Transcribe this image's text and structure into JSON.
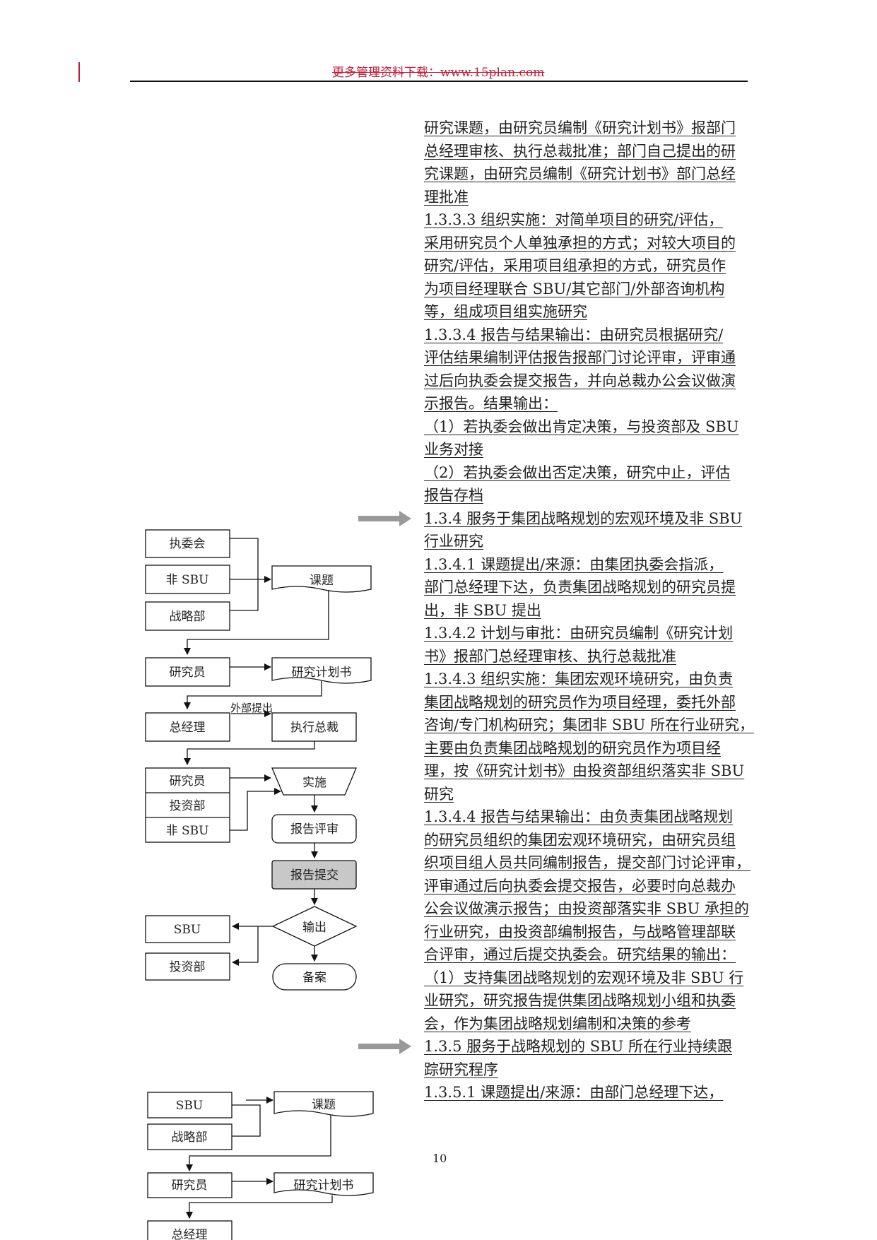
{
  "header": {
    "text": "更多管理资料下载：www.15plan.com"
  },
  "body_lines": [
    "研究课题，由研究员编制《研究计划书》报部门",
    "总经理审核、执行总裁批准；部门自己提出的研",
    "究课题，由研究员编制《研究计划书》部门总经",
    "理批准",
    "1.3.3.3 组织实施：对简单项目的研究/评估，",
    "采用研究员个人单独承担的方式；对较大项目的",
    "研究/评估，采用项目组承担的方式，研究员作",
    "为项目经理联合 SBU/其它部门/外部咨询机构",
    "等，组成项目组实施研究",
    "1.3.3.4 报告与结果输出：由研究员根据研究/",
    "评估结果编制评估报告报部门讨论评审，评审通",
    "过后向执委会提交报告，并向总裁办公会议做演",
    "示报告。结果输出：",
    " （1）若执委会做出肯定决策，与投资部及 SBU",
    "业务对接",
    " （2）若执委会做出否定决策，研究中止，评估",
    "报告存档",
    "1.3.4 服务于集团战略规划的宏观环境及非 SBU",
    "行业研究",
    "1.3.4.1 课题提出/来源：由集团执委会指派，",
    "部门总经理下达，负责集团战略规划的研究员提",
    "出，非 SBU 提出",
    "1.3.4.2 计划与审批：由研究员编制《研究计划",
    "书》报部门总经理审核、执行总裁批准",
    "1.3.4.3 组织实施：集团宏观环境研究，由负责",
    "集团战略规划的研究员作为项目经理，委托外部",
    "咨询/专门机构研究；集团非 SBU 所在行业研究，",
    "主要由负责集团战略规划的研究员作为项目经",
    "理，按《研究计划书》由投资部组织落实非 SBU",
    "研究",
    "1.3.4.4 报告与结果输出：由负责集团战略规划",
    "的研究员组织的集团宏观环境研究，由研究员组",
    "织项目组人员共同编制报告，提交部门讨论评审，",
    "评审通过后向执委会提交报告，必要时向总裁办",
    "公会议做演示报告；由投资部落实非 SBU 承担的",
    "行业研究，由投资部编制报告，与战略管理部联",
    "合评审，通过后提交执委会。研究结果的输出：",
    " （1）支持集团战略规划的宏观环境及非 SBU 行",
    "业研究，研究报告提供集团战略规划小组和执委",
    "会，作为集团战略规划编制和决策的参考",
    "1.3.5 服务于战略规划的 SBU 所在行业持续跟",
    "踪研究程序",
    "1.3.5.1 课题提出/来源：由部门总经理下达，"
  ],
  "page_number": "10",
  "flow1": {
    "executive_committee": "执委会",
    "non_sbu": "非 SBU",
    "strategy_dept": "战略部",
    "topic": "课题",
    "researcher": "研究员",
    "research_plan": "研究计划书",
    "external_label": "外部提出",
    "general_manager": "总经理",
    "executive_president": "执行总裁",
    "researcher2": "研究员",
    "investment_dept": "投资部",
    "non_sbu2": "非 SBU",
    "implement": "实施",
    "report_review": "报告评审",
    "report_submit": "报告提交",
    "output": "输出",
    "sbu": "SBU",
    "investment_dept2": "投资部",
    "archive": "备案"
  },
  "flow2": {
    "sbu": "SBU",
    "strategy_dept": "战略部",
    "topic": "课题",
    "researcher": "研究员",
    "research_plan": "研究计划书",
    "general_manager": "总经理"
  },
  "colors": {
    "header": "#c0203c",
    "arrow": "#999999",
    "submit_fill": "#c8c8c8"
  }
}
